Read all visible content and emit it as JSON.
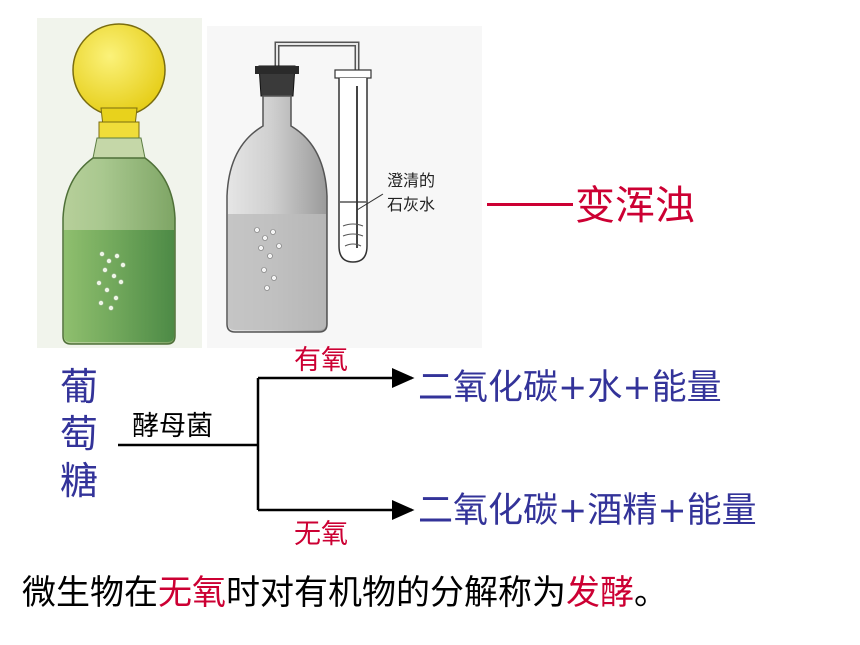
{
  "apparatus": {
    "limewater_label_line1": "澄清的",
    "limewater_label_line2": "石灰水"
  },
  "result": "变浑浊",
  "glucose": "葡萄糖",
  "yeast": "酵母菌",
  "aerobic": {
    "label": "有氧",
    "products": "二氧化碳+水+能量"
  },
  "anaerobic": {
    "label": "无氧",
    "products": "二氧化碳+酒精+能量"
  },
  "caption": {
    "part1": "微生物在",
    "highlight1": "无氧",
    "part2": "时对有机物的分解称为",
    "highlight2": "发酵",
    "part3": "。"
  },
  "colors": {
    "blue_text": "#333399",
    "red_text": "#cc0033",
    "bottle_green": "#8fb57a",
    "balloon_yellow": "#f2e22a"
  }
}
